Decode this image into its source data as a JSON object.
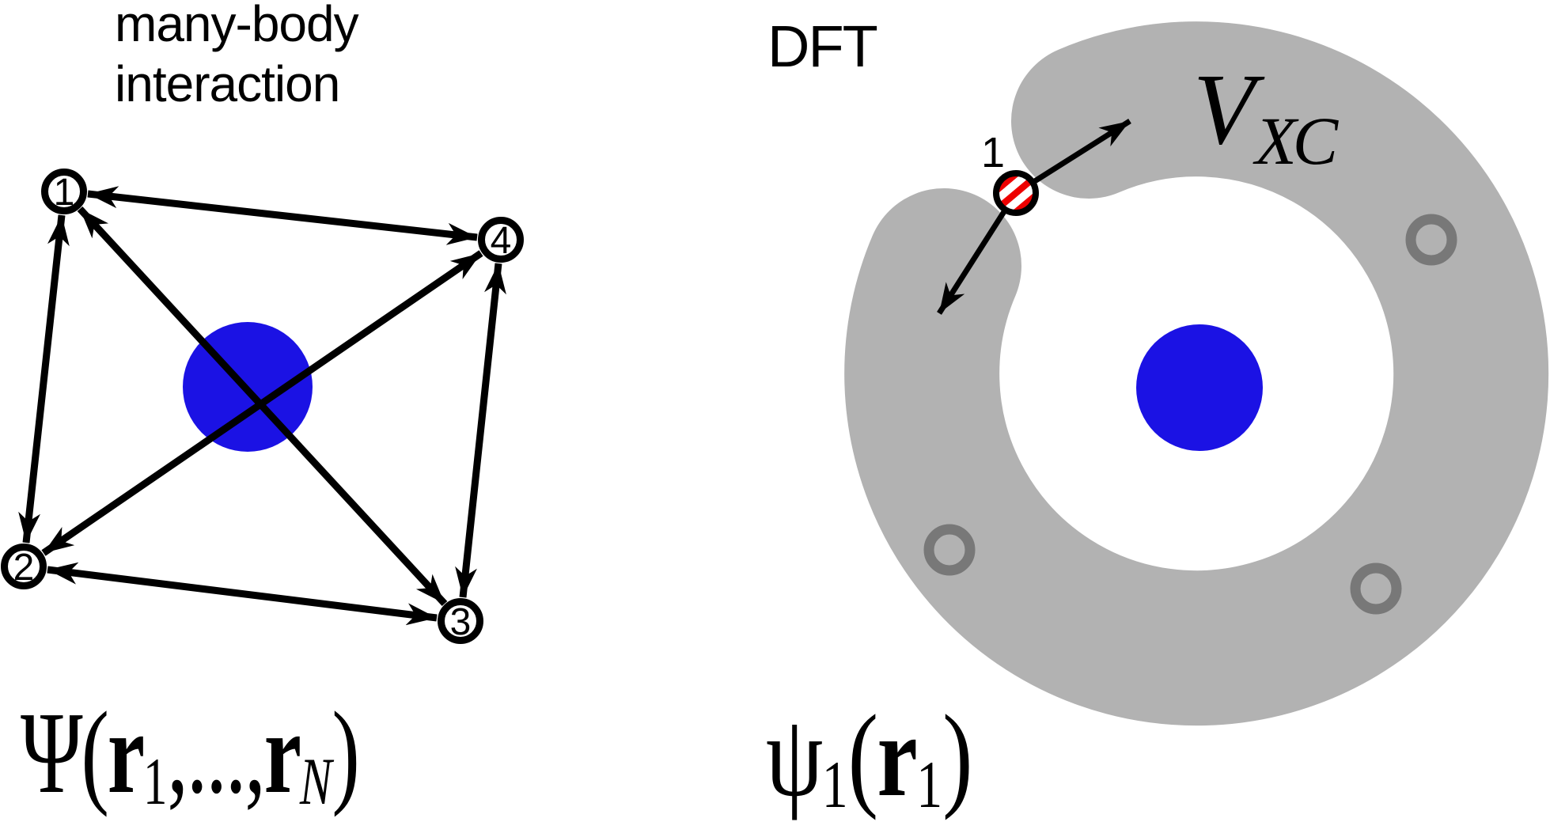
{
  "figure": {
    "left": {
      "title_line1": "many-body",
      "title_line2": "interaction",
      "node_labels": [
        "1",
        "2",
        "3",
        "4"
      ],
      "formula": {
        "psi": "Ψ",
        "open": "(",
        "r1": "r",
        "sub1": "1",
        "dots": ",...,",
        "r2": "r",
        "subN": "N",
        "close": ")"
      }
    },
    "right": {
      "title": "DFT",
      "vxc_base": "V",
      "vxc_sub": "XC",
      "electron_label": "1",
      "formula": {
        "psi": "ψ",
        "psisub": "1",
        "open": "(",
        "r": "r",
        "rsub": "1",
        "close": ")"
      }
    },
    "colors": {
      "ink": "#000000",
      "nucleus_blue": "#1b12e4",
      "cloud_gray": "#b2b2b2",
      "ring_gray": "#787878",
      "electron_red": "#ee0000",
      "background": "#ffffff"
    }
  }
}
